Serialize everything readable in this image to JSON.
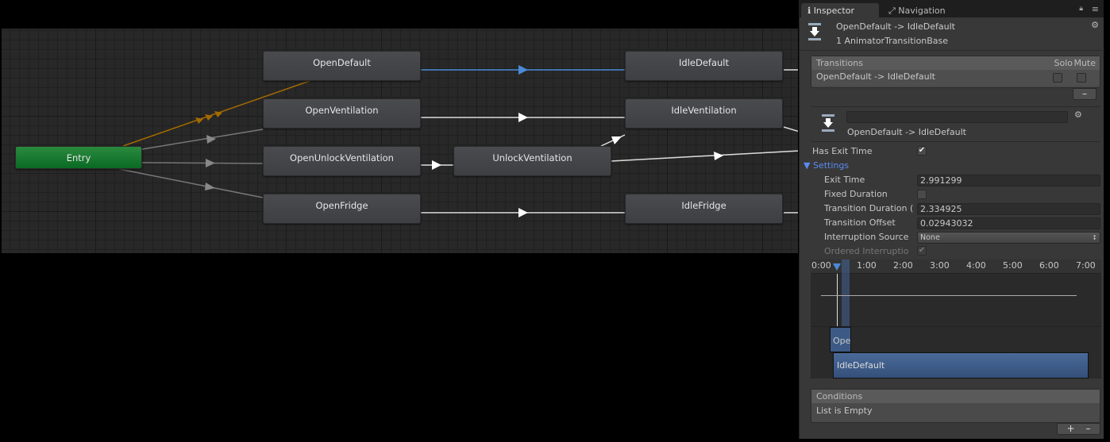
{
  "graph": {
    "nodes": {
      "entry": "Entry",
      "open_default": "OpenDefault",
      "open_ventilation": "OpenVentilation",
      "open_unlock_ventilation": "OpenUnlockVentilation",
      "open_fridge": "OpenFridge",
      "unlock_ventilation": "UnlockVentilation",
      "idle_default": "IdleDefault",
      "idle_ventilation": "IdleVentilation",
      "idle_fridge": "IdleFridge"
    },
    "colors": {
      "entry": "#0f7a2c",
      "state": "#444548",
      "selected_transition": "#4a8ad8",
      "entry_default": "#a36a00",
      "transition": "#c8c8c8"
    }
  },
  "inspector": {
    "tabs": [
      {
        "label": "Inspector",
        "icon": "info-icon"
      },
      {
        "label": "Navigation",
        "icon": "navigation-icon"
      }
    ],
    "title": "OpenDefault -> IdleDefault",
    "subtitle": "1 AnimatorTransitionBase",
    "transitions": {
      "header": "Transitions",
      "solo": "Solo",
      "mute": "Mute",
      "items": [
        {
          "label": "OpenDefault -> IdleDefault",
          "solo": false,
          "mute": false
        }
      ],
      "remove": "–"
    },
    "transition_name_value": "",
    "transition_label": "OpenDefault -> IdleDefault",
    "has_exit_time": {
      "label": "Has Exit Time",
      "checked": true
    },
    "settings": {
      "label": "Settings",
      "exit_time": {
        "label": "Exit Time",
        "value": "2.991299"
      },
      "fixed_duration": {
        "label": "Fixed Duration",
        "checked": false
      },
      "transition_duration": {
        "label": "Transition Duration (",
        "value": "2.334925"
      },
      "transition_offset": {
        "label": "Transition Offset",
        "value": "0.02943032"
      },
      "interruption_source": {
        "label": "Interruption Source",
        "value": "None"
      },
      "ordered_interruption": {
        "label": "Ordered Interruptio",
        "checked": true
      }
    },
    "timeline": {
      "ticks": [
        "0:00",
        "1:00",
        "2:00",
        "3:00",
        "4:00",
        "5:00",
        "6:00",
        "7:00"
      ],
      "source_clip": "Ope",
      "dest_clip": "IdleDefault"
    },
    "conditions": {
      "header": "Conditions",
      "empty": "List is Empty",
      "add": "+",
      "remove": "–"
    }
  }
}
